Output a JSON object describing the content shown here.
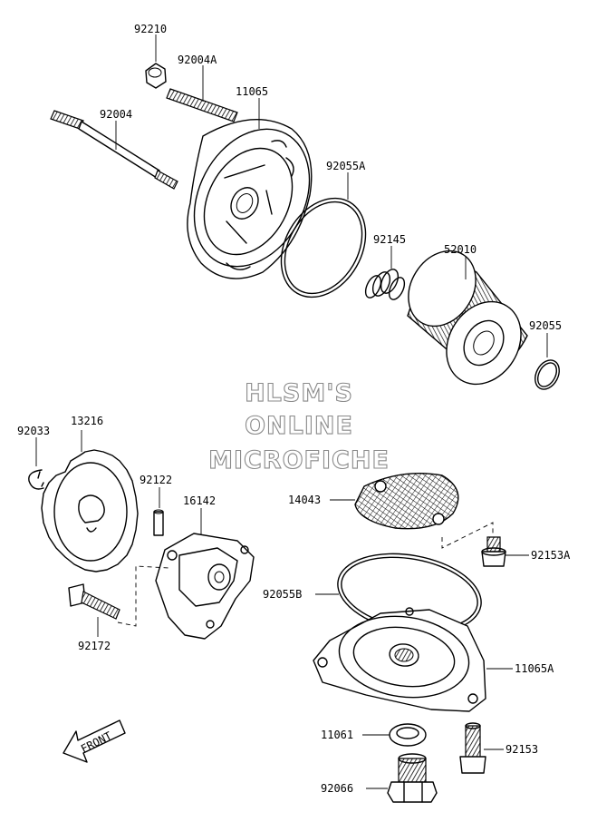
{
  "watermark": {
    "line1": "HLSM'S",
    "line2": "ONLINE",
    "line3": "MICROFICHE"
  },
  "front_arrow_text": "FRONT",
  "parts": {
    "p92210": "92210",
    "p92004A": "92004A",
    "p11065": "11065",
    "p92004": "92004",
    "p92055A": "92055A",
    "p92145": "92145",
    "p52010": "52010",
    "p92055": "92055",
    "p92033": "92033",
    "p13216": "13216",
    "p92122": "92122",
    "p16142": "16142",
    "p14043": "14043",
    "p92153A": "92153A",
    "p92055B": "92055B",
    "p92172": "92172",
    "p11065A": "11065A",
    "p11061": "11061",
    "p92153": "92153",
    "p92066": "92066"
  }
}
